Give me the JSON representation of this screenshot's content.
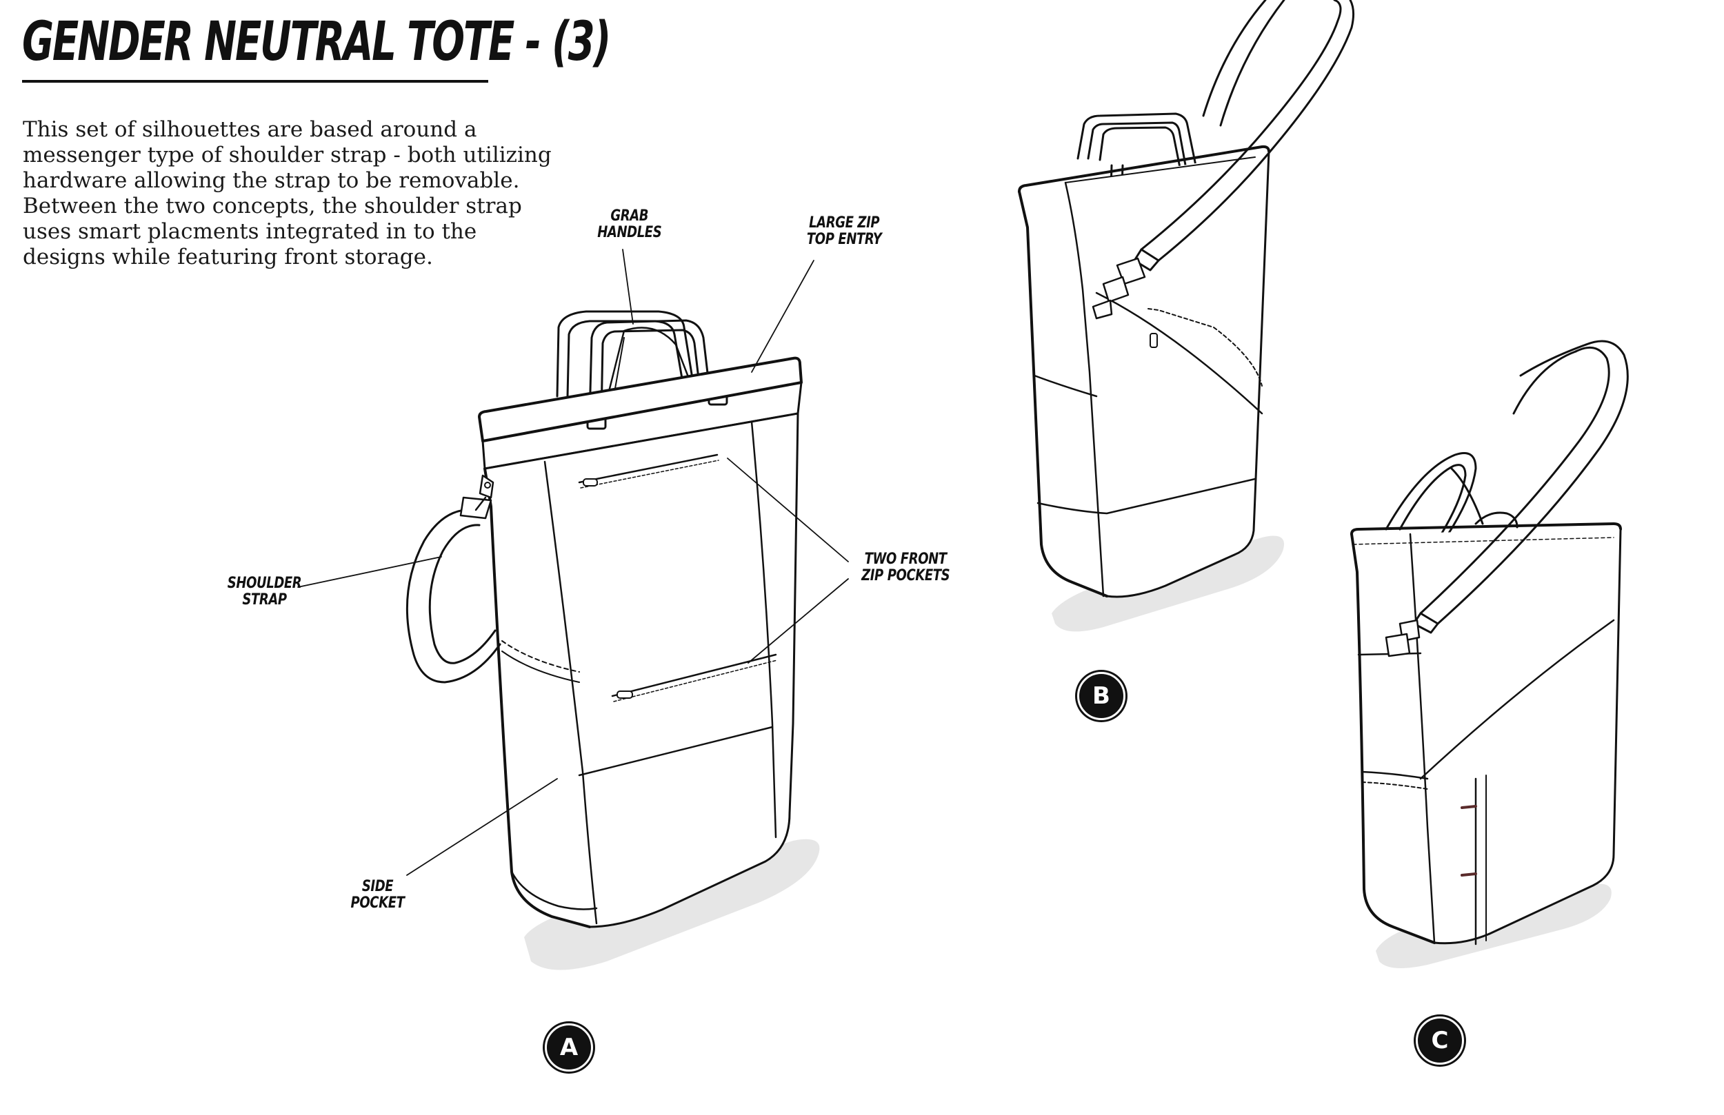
{
  "title": "GENDER NEUTRAL TOTE - (3)",
  "intro_lines": [
    "This set of silhouettes are based around a",
    "messenger type of shoulder strap - both utilizing",
    "hardware allowing the strap to be removable.",
    "Between the two concepts, the shoulder strap",
    "uses smart placments integrated in to the",
    "designs while featuring front storage."
  ],
  "callouts": {
    "grab_handles": [
      "GRAB",
      "HANDLES"
    ],
    "large_zip": [
      "LARGE ZIP",
      "TOP ENTRY"
    ],
    "two_front": [
      "TWO FRONT",
      "ZIP POCKETS"
    ],
    "shoulder_strap": [
      "SHOULDER",
      "STRAP"
    ],
    "side_pocket": [
      "SIDE",
      "POCKET"
    ]
  },
  "badges": {
    "a": "A",
    "b": "B",
    "c": "C"
  },
  "colors": {
    "ink": "#111111",
    "shadow": "#e6e6e6",
    "paper": "#ffffff"
  }
}
